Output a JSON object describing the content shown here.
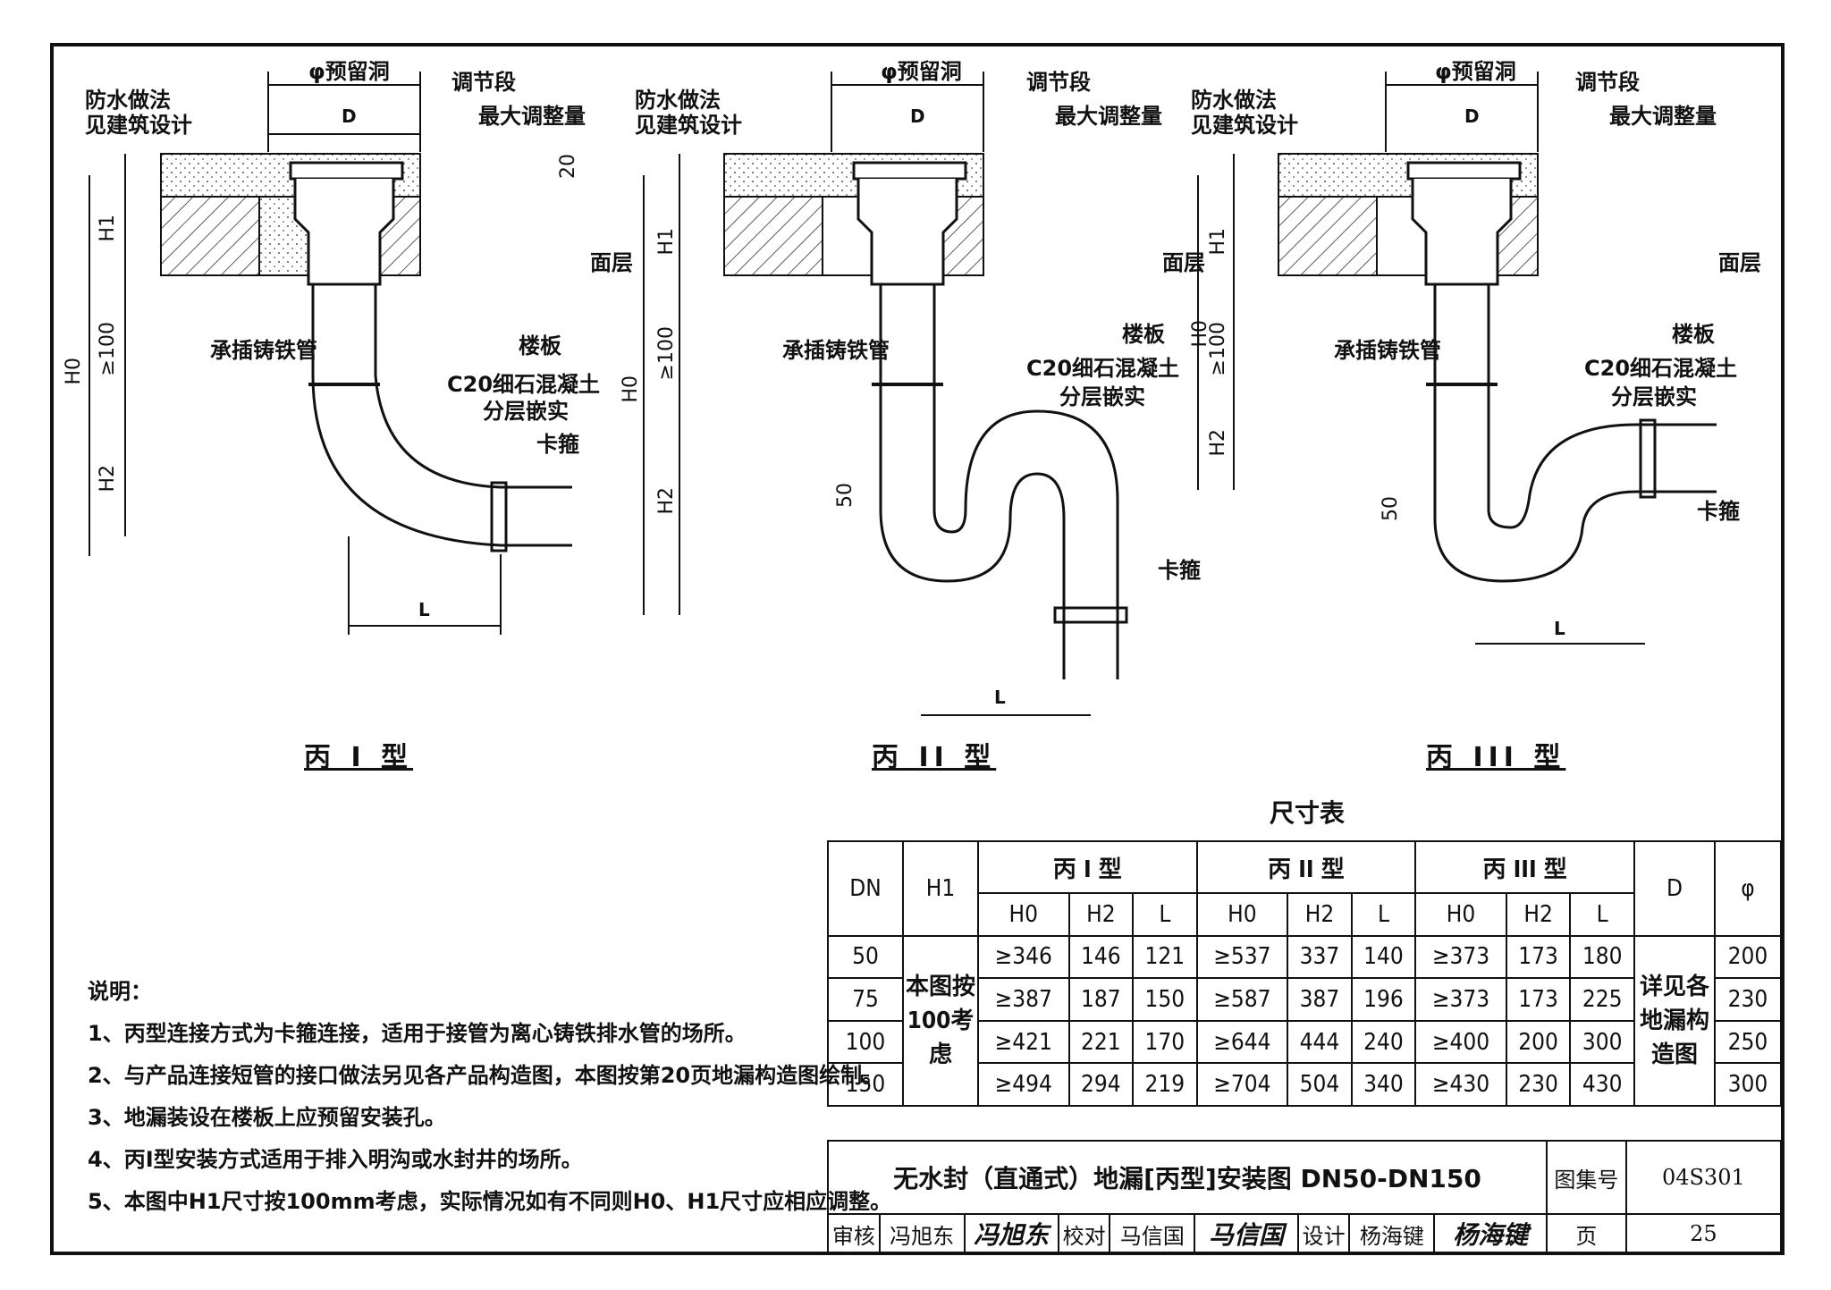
{
  "labels": {
    "waterproof_1": "防水做法",
    "waterproof_2": "见建筑设计",
    "reserved_hole": "φ预留洞",
    "adjust_segment": "调节段",
    "max_adjust": "最大调整量",
    "surface": "面层",
    "floor_slab": "楼板",
    "cast_iron_pipe": "承插铸铁管",
    "concrete_1": "C20细石混凝土",
    "concrete_2": "分层嵌实",
    "clamp": "卡箍",
    "D": "D",
    "L": "L",
    "dim_20": "20",
    "dim_50": "50",
    "H0": "H0",
    "H1": "H1",
    "H2": "H2",
    "ge100": "≥100"
  },
  "figures": {
    "type1": "丙 I 型",
    "type2": "丙 II 型",
    "type3": "丙 III 型"
  },
  "table": {
    "title": "尺寸表",
    "col_dn": "DN",
    "col_h1": "H1",
    "group1": "丙 I 型",
    "group2": "丙 II 型",
    "group3": "丙 III 型",
    "col_d": "D",
    "col_phi": "φ",
    "sub_h0": "H0",
    "sub_h2": "H2",
    "sub_l": "L",
    "h1_note": "本图按100考虑",
    "d_note": "详见各地漏构造图",
    "rows": [
      {
        "dn": "50",
        "t1_h0": "≥346",
        "t1_h2": "146",
        "t1_l": "121",
        "t2_h0": "≥537",
        "t2_h2": "337",
        "t2_l": "140",
        "t3_h0": "≥373",
        "t3_h2": "173",
        "t3_l": "180",
        "phi": "200"
      },
      {
        "dn": "75",
        "t1_h0": "≥387",
        "t1_h2": "187",
        "t1_l": "150",
        "t2_h0": "≥587",
        "t2_h2": "387",
        "t2_l": "196",
        "t3_h0": "≥373",
        "t3_h2": "173",
        "t3_l": "225",
        "phi": "230"
      },
      {
        "dn": "100",
        "t1_h0": "≥421",
        "t1_h2": "221",
        "t1_l": "170",
        "t2_h0": "≥644",
        "t2_h2": "444",
        "t2_l": "240",
        "t3_h0": "≥400",
        "t3_h2": "200",
        "t3_l": "300",
        "phi": "250"
      },
      {
        "dn": "150",
        "t1_h0": "≥494",
        "t1_h2": "294",
        "t1_l": "219",
        "t2_h0": "≥704",
        "t2_h2": "504",
        "t2_l": "340",
        "t3_h0": "≥430",
        "t3_h2": "230",
        "t3_l": "430",
        "phi": "300"
      }
    ]
  },
  "notes": {
    "heading": "说明：",
    "items": [
      "1、丙型连接方式为卡箍连接，适用于接管为离心铸铁排水管的场所。",
      "2、与产品连接短管的接口做法另见各产品构造图，本图按第20页地漏构造图绘制。",
      "3、地漏装设在楼板上应预留安装孔。",
      "4、丙Ⅰ型安装方式适用于排入明沟或水封井的场所。",
      "5、本图中H1尺寸按100mm考虑，实际情况如有不同则H0、H1尺寸应相应调整。"
    ]
  },
  "title_block": {
    "drawing_title": "无水封（直通式）地漏[丙型]安装图 DN50-DN150",
    "atlas_label": "图集号",
    "atlas_no": "04S301",
    "review_label": "审核",
    "reviewer": "冯旭东",
    "reviewer_sig": "冯旭东",
    "check_label": "校对",
    "checker": "马信国",
    "checker_sig": "马信国",
    "design_label": "设计",
    "designer": "杨海键",
    "designer_sig": "杨海键",
    "page_label": "页",
    "page_no": "25"
  }
}
